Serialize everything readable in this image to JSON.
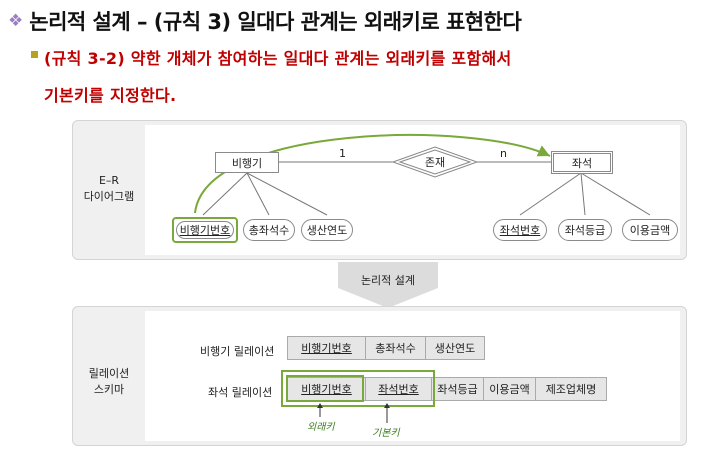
{
  "title": {
    "bullet": "❖",
    "text": "논리적 설계 – (규칙 3) 일대다 관계는 외래키로 표현한다"
  },
  "subtitle": {
    "line1": "(규칙 3-2) 약한 개체가 참여하는 일대다 관계는 외래키를 포함해서",
    "line2": "기본키를 지정한다."
  },
  "er": {
    "label_line1": "E–R",
    "label_line2": "다이어그램",
    "entity_left": "비행기",
    "entity_right": "좌석",
    "relationship": "존재",
    "card_left": "1",
    "card_right": "n",
    "attrs_left": [
      "비행기번호",
      "총좌석수",
      "생산연도"
    ],
    "attrs_right": [
      "좌석번호",
      "좌석등급",
      "이용금액"
    ]
  },
  "arrow_label": "논리적 설계",
  "schema": {
    "label_line1": "릴레이션",
    "label_line2": "스키마",
    "rel1_name": "비행기 릴레이션",
    "rel1_cols": [
      "비행기번호",
      "총좌석수",
      "생산연도"
    ],
    "rel2_name": "좌석 릴레이션",
    "rel2_cols": [
      "비행기번호",
      "좌석번호",
      "좌석등급",
      "이용금액",
      "제조업체명"
    ],
    "note_fk": "외래키",
    "note_pk": "기본키"
  },
  "colors": {
    "accent_green": "#7aa83a",
    "title_red": "#c00000",
    "bullet_purple": "#9b7fc2"
  }
}
